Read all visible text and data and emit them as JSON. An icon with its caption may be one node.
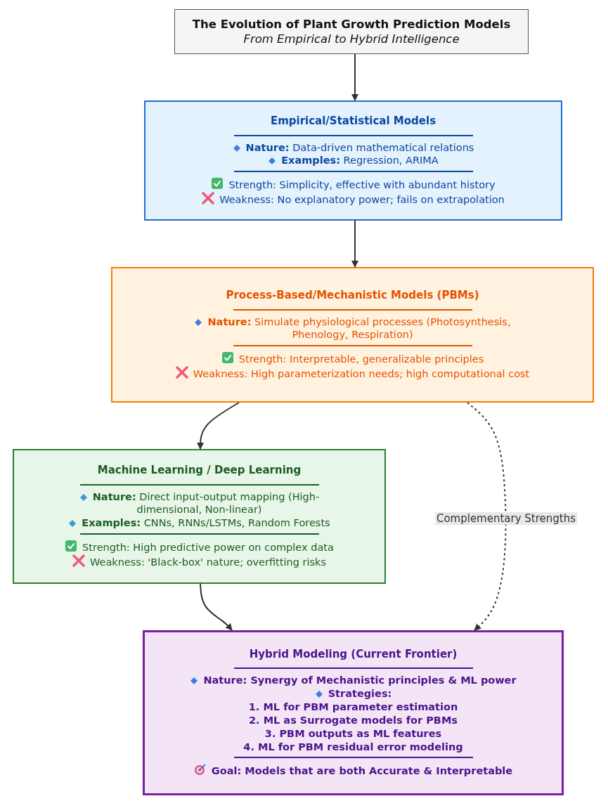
{
  "diagram": {
    "nodes": [
      {
        "text": [
          "The Evolution of Plant Growth Prediction Models",
          "From Empirical to Hybrid Intelligence"
        ]
      },
      {
        "text": [
          "Empirical/Statistical Models",
          "**Nature:** Data-driven mathematical relations",
          "**Examples:** Regression, ARIMA",
          "Strength: Simplicity, effective with abundant history",
          "Weakness: No explanatory power; fails on extrapolation"
        ]
      },
      {
        "text": [
          "Process-Based/Mechanistic Models (PBMs)",
          "**Nature:** Simulate physiological processes (Photosynthesis, Phenology, Respiration)",
          "Strength: Interpretable, generalizable principles",
          "Weakness: High parameterization needs; high computational cost"
        ]
      },
      {
        "text": [
          "Machine Learning / Deep Learning",
          "**Nature:** Direct input-output mapping (High-dimensional, Non-linear)",
          "**Examples:** CNNs, RNNs/LSTMs, Random Forests",
          "Strength: High predictive power on complex data",
          "Weakness: 'Black-box' nature; overfitting risks"
        ]
      },
      {
        "text": [
          "Hybrid Modeling (Current Frontier)",
          "Nature: Synergy of Mechanistic principles & ML power",
          "Strategies:",
          "1. ML for PBM parameter estimation",
          "2. ML as Surrogate models for PBMs",
          "3. PBM outputs as ML features",
          "4. ML for PBM residual error modeling",
          "Goal: Models that are both Accurate & Interpretable"
        ]
      }
    ],
    "edges": [
      {
        "from": 0,
        "to": 1,
        "arrow": "to"
      },
      {
        "from": 1,
        "to": 2,
        "arrow": "to"
      },
      {
        "from": 2,
        "to": 3,
        "arrow": "to"
      },
      {
        "from": 3,
        "to": 4,
        "arrow": "to"
      },
      {
        "from": 2,
        "to": 4,
        "arrow": "to",
        "label": "Complementary Strengths",
        "style": "dashed"
      }
    ]
  }
}
